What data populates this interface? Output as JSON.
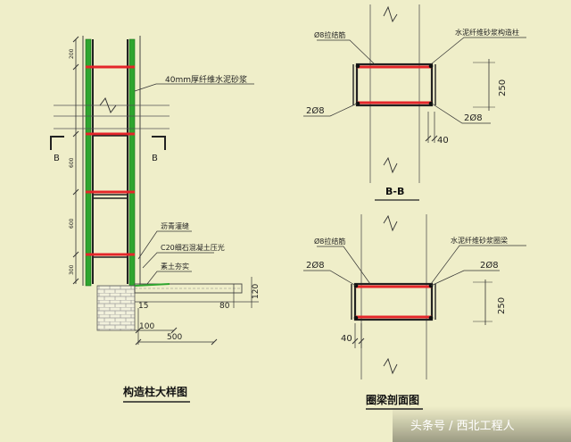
{
  "colors": {
    "paper": "#efeec9",
    "ink": "#2a2a2a",
    "rebar_main": "#2fa52f",
    "stirrup": "#e4262a",
    "hatch": "#9a9a9a"
  },
  "left_detail": {
    "title": "构造柱大样图",
    "dim_top": "200",
    "dim_mid1": "600",
    "dim_mid2": "600",
    "dim_bot": "300",
    "note_mortar": "40mm厚纤维水泥砂浆",
    "section_mark_left": "B",
    "section_mark_right": "B",
    "note_asphalt": "沥青灌缝",
    "note_c20": "C20细石混凝土压光",
    "note_fill": "素土夯实",
    "dim_15": "15",
    "dim_80": "80",
    "dim_120": "120",
    "dim_100": "100",
    "dim_500": "500"
  },
  "section_bb": {
    "title": "B-B",
    "note_tie": "Ø8拉结筋",
    "note_mortar": "水泥纤维砂浆构造柱",
    "bar_left": "2Ø8",
    "bar_right": "2Ø8",
    "dim_h": "250",
    "dim_40": "40"
  },
  "ring_beam": {
    "title": "圈梁剖面图",
    "note_tie": "Ø8拉结筋",
    "note_mortar": "水泥纤维砂浆圈梁",
    "bar_left": "2Ø8",
    "bar_right": "2Ø8",
    "dim_h": "250",
    "dim_40": "40"
  },
  "watermark": "头条号 / 西北工程人"
}
